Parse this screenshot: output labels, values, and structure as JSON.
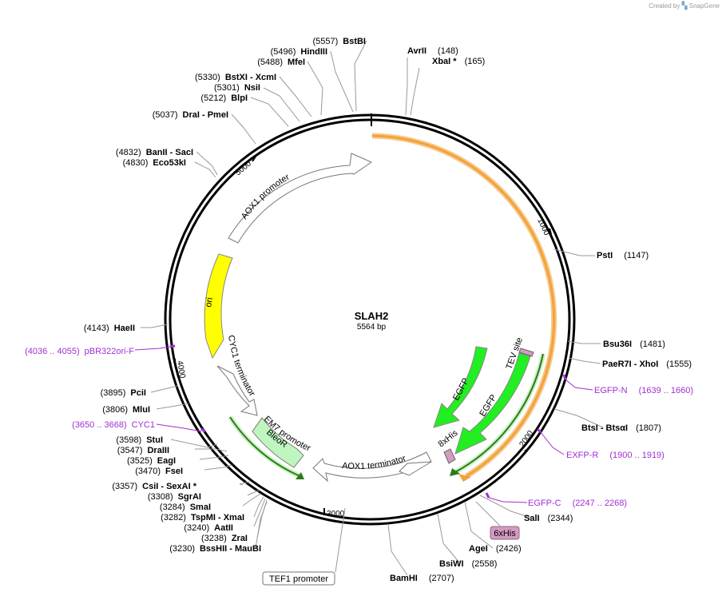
{
  "branding": {
    "created_by": "Created by",
    "product": "SnapGene"
  },
  "plasmid": {
    "name": "SLAH2",
    "size_label": "5564 bp"
  },
  "ticks": [
    "1000",
    "2000",
    "3000",
    "4000",
    "5000"
  ],
  "colors": {
    "ori": "#ffff00",
    "egfp": "#22ee22",
    "bleor": "#bff5bf",
    "orange": "#f3a23a",
    "primer": "#a12fd3",
    "his": "#d49ac1"
  },
  "sites": [
    {
      "num": "(148)",
      "name": "AvrII"
    },
    {
      "num": "(165)",
      "name": "XbaI *"
    },
    {
      "num": "(1147)",
      "name": "PstI"
    },
    {
      "num": "(1481)",
      "name": "Bsu36I"
    },
    {
      "num": "(1555)",
      "name": "PaeR7I   - XhoI"
    },
    {
      "num": "(1807)",
      "name": "BtsI   - BtsαI"
    },
    {
      "num": "(2344)",
      "name": "SalI"
    },
    {
      "num": "(2426)",
      "name": "AgeI"
    },
    {
      "num": "(2558)",
      "name": "BsiWI"
    },
    {
      "num": "(2707)",
      "name": "BamHI"
    },
    {
      "num": "(3230)",
      "name": "BssHII   - MauBI"
    },
    {
      "num": "(3238)",
      "name": "ZraI"
    },
    {
      "num": "(3240)",
      "name": "AatII"
    },
    {
      "num": "(3282)",
      "name": "TspMI   - XmaI"
    },
    {
      "num": "(3284)",
      "name": "SmaI"
    },
    {
      "num": "(3308)",
      "name": "SgrAI"
    },
    {
      "num": "(3357)",
      "name": "CsiI   - SexAI *"
    },
    {
      "num": "(3470)",
      "name": "FseI"
    },
    {
      "num": "(3525)",
      "name": "EagI"
    },
    {
      "num": "(3547)",
      "name": "DraIII"
    },
    {
      "num": "(3598)",
      "name": "StuI"
    },
    {
      "num": "(3806)",
      "name": "MluI"
    },
    {
      "num": "(3895)",
      "name": "PciI"
    },
    {
      "num": "(4143)",
      "name": "HaeII"
    },
    {
      "num": "(4830)",
      "name": "Eco53kI"
    },
    {
      "num": "(4832)",
      "name": "BanII   - SacI"
    },
    {
      "num": "(5037)",
      "name": "DraI   - PmeI"
    },
    {
      "num": "(5212)",
      "name": "BlpI"
    },
    {
      "num": "(5301)",
      "name": "NsiI"
    },
    {
      "num": "(5330)",
      "name": "BstXI   - XcmI"
    },
    {
      "num": "(5488)",
      "name": "MfeI"
    },
    {
      "num": "(5496)",
      "name": "HindIII"
    },
    {
      "num": "(5557)",
      "name": "BstBI"
    }
  ],
  "primers": [
    {
      "name": "EGFP-N",
      "range": "(1639 .. 1660)"
    },
    {
      "name": "EXFP-R",
      "range": "(1900 .. 1919)"
    },
    {
      "name": "EGFP-C",
      "range": "(2247 .. 2268)"
    },
    {
      "name": "CYC1",
      "range": "(3650 .. 3668)"
    },
    {
      "name": "pBR322ori-F",
      "range": "(4036 .. 4055)"
    }
  ],
  "features": {
    "aox1_promoter": "AOX1 promoter",
    "ori": "ori",
    "cyc1_terminator": "CYC1 terminator",
    "em7_promoter": "EM7 promoter",
    "bleor": "BleoR",
    "aox1_terminator": "AOX1 terminator",
    "egfp_1": "EGFP",
    "egfp_2": "EGFP",
    "his8": "8xHis",
    "tev_site": "TEV site",
    "his6_box": "6xHis",
    "tef1_box": "TEF1 promoter"
  }
}
